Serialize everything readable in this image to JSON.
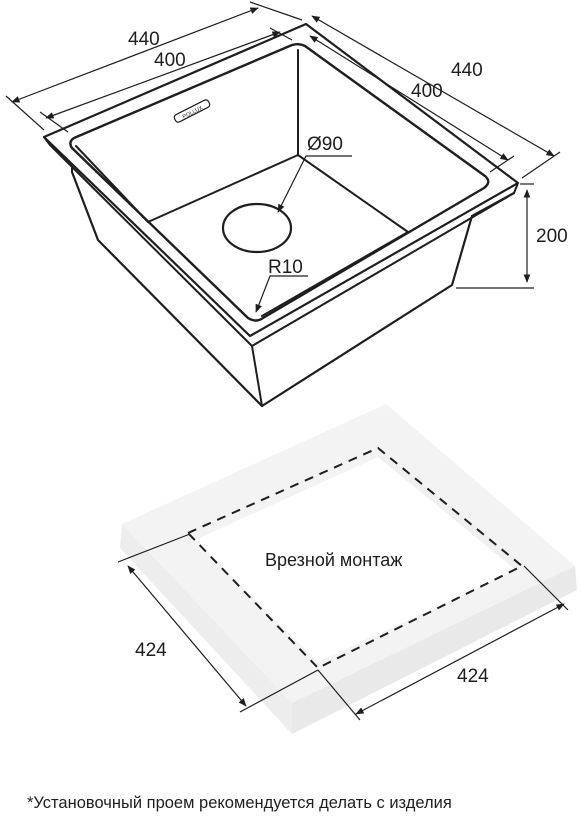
{
  "sink": {
    "brand_plate": "POLLUX",
    "dim_outer_width": "440",
    "dim_inner_width": "400",
    "dim_outer_depth": "440",
    "dim_inner_depth": "400",
    "dim_drain_diameter": "Ø90",
    "dim_height": "200",
    "dim_corner_radius": "R10"
  },
  "cutout": {
    "label": "Врезной монтаж",
    "dim_left": "424",
    "dim_right": "424"
  },
  "footnote": "*Установочный проем рекомендуется делать с изделия",
  "colors": {
    "line": "#1e1e1e",
    "countertop_top": "#f3f3f3",
    "countertop_side": "#e9e9e9",
    "dashed": "#1e1e1e"
  }
}
